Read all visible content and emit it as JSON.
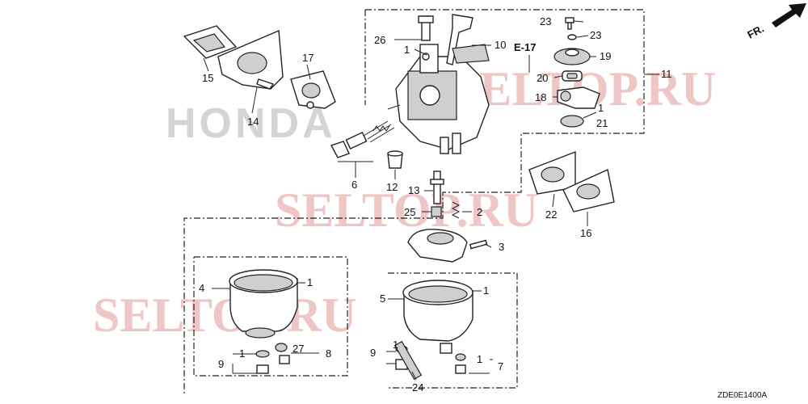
{
  "diagram_code": "ZDE0E1400A",
  "direction_label": "FR.",
  "section_ref": "E-17",
  "watermarks": {
    "brand": "HONDA",
    "site": "SELTOP.RU"
  },
  "callouts": {
    "n1a": "1",
    "n1b": "1",
    "n1c": "1",
    "n1d": "1",
    "n1e": "1",
    "n1f": "1",
    "n1g": "1",
    "n2": "2",
    "n3": "3",
    "n4": "4",
    "n5": "5",
    "n6": "6",
    "n7": "7",
    "n8": "8",
    "n9a": "9",
    "n9b": "9",
    "n10": "10",
    "n11": "11",
    "n12": "12",
    "n13": "13",
    "n14": "14",
    "n15": "15",
    "n16": "16",
    "n17": "17",
    "n18": "18",
    "n19": "19",
    "n20": "20",
    "n21": "21",
    "n22": "22",
    "n23a": "23",
    "n23b": "23",
    "n24": "24",
    "n25": "25",
    "n26": "26",
    "n27": "27"
  }
}
